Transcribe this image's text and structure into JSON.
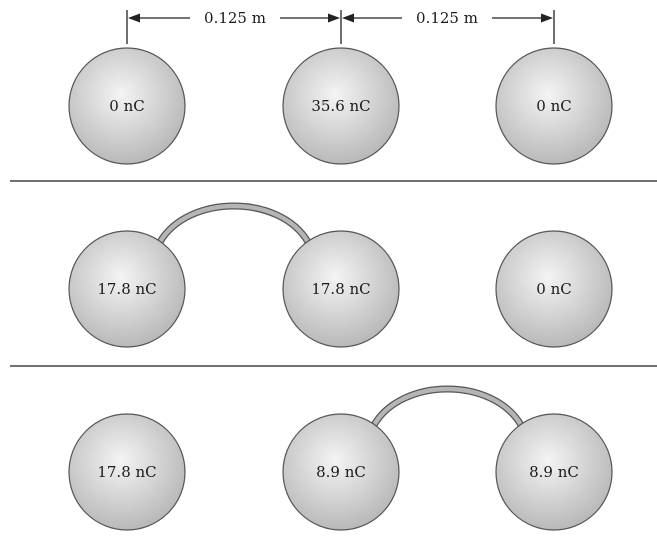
{
  "dimensions": [
    {
      "label": "0.125 m"
    },
    {
      "label": "0.125 m"
    }
  ],
  "panels": [
    {
      "spheres": [
        {
          "label": "0 nC"
        },
        {
          "label": "35.6 nC"
        },
        {
          "label": "0 nC"
        }
      ],
      "wire": null
    },
    {
      "spheres": [
        {
          "label": "17.8 nC"
        },
        {
          "label": "17.8 nC"
        },
        {
          "label": "0 nC"
        }
      ],
      "wire": [
        0,
        1
      ]
    },
    {
      "spheres": [
        {
          "label": "17.8 nC"
        },
        {
          "label": "8.9 nC"
        },
        {
          "label": "8.9 nC"
        }
      ],
      "wire": [
        1,
        2
      ]
    }
  ],
  "colors": {
    "sphere_fill_light": "#f4f4f4",
    "sphere_fill_dark": "#b4b4b4",
    "sphere_stroke": "#555555",
    "wire": "#b5b5b5",
    "divider": "#444444"
  }
}
